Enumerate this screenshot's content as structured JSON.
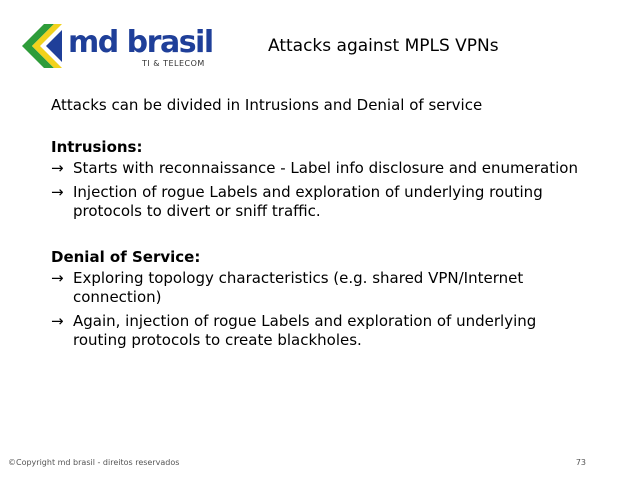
{
  "logo": {
    "brand": "md brasil",
    "tagline": "TI & TELECOM",
    "colors": {
      "green": "#2e9c3a",
      "yellow": "#f2d21c",
      "blue": "#1f3f99"
    }
  },
  "slide": {
    "title": "Attacks against MPLS VPNs",
    "intro": "Attacks can be divided in Intrusions and Denial of service",
    "sections": [
      {
        "heading": "Intrusions:",
        "bullets": [
          "Starts with reconnaissance - Label info disclosure and enumeration",
          "Injection of rogue Labels and exploration of underlying routing protocols to divert or sniff traffic."
        ]
      },
      {
        "heading": "Denial of Service:",
        "bullets": [
          "Exploring topology characteristics (e.g. shared VPN/Internet connection)",
          "Again, injection of rogue Labels and exploration of underlying routing protocols to create blackholes."
        ]
      }
    ],
    "arrow_glyph": "→"
  },
  "footer": {
    "copyright": "©Copyright md brasil - direitos reservados",
    "page_number": "73"
  }
}
